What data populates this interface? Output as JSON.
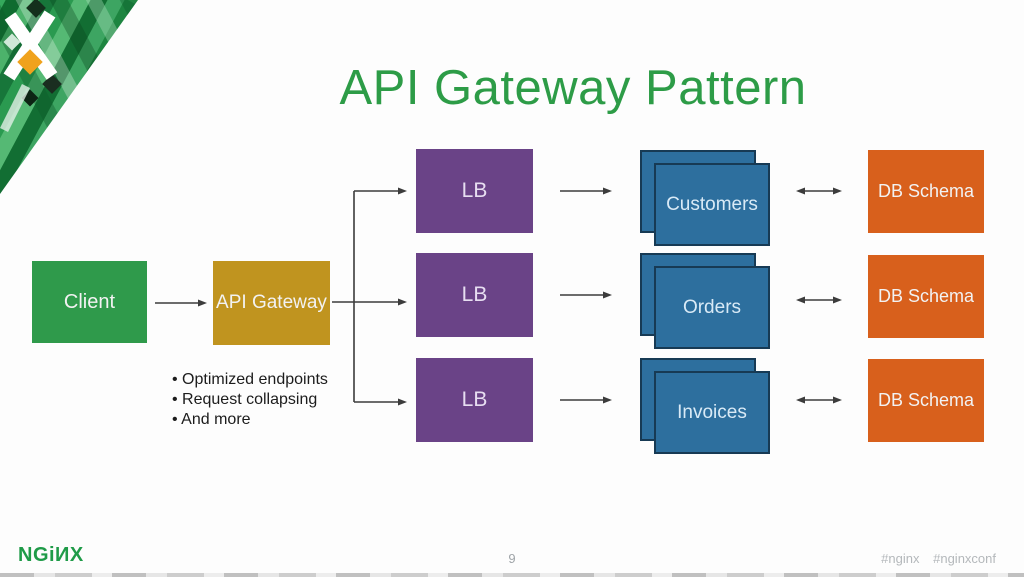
{
  "slide": {
    "title": "API Gateway Pattern",
    "page_number": "9",
    "hashtags": [
      "#nginx",
      "#nginxconf"
    ],
    "brand_wordmark": "NGiИX"
  },
  "colors": {
    "title_green": "#2d9c47",
    "client_green": "#2f9a4b",
    "gateway_gold": "#c0941f",
    "lb_purple": "#6a4387",
    "service_blue": "#2d6f9e",
    "service_border_navy": "#173a54",
    "db_orange": "#d8601c",
    "arrow_gray": "#3c3c3c",
    "brand_green": "#1f9b48"
  },
  "diagram": {
    "client": {
      "label": "Client"
    },
    "gateway": {
      "label": "API Gateway"
    },
    "gateway_notes": [
      "Optimized endpoints",
      "Request collapsing",
      "And more"
    ],
    "load_balancers": [
      {
        "label": "LB"
      },
      {
        "label": "LB"
      },
      {
        "label": "LB"
      }
    ],
    "services": [
      {
        "label": "Customers"
      },
      {
        "label": "Orders"
      },
      {
        "label": "Invoices"
      }
    ],
    "databases": [
      {
        "label": "DB Schema"
      },
      {
        "label": "DB Schema"
      },
      {
        "label": "DB Schema"
      }
    ]
  }
}
